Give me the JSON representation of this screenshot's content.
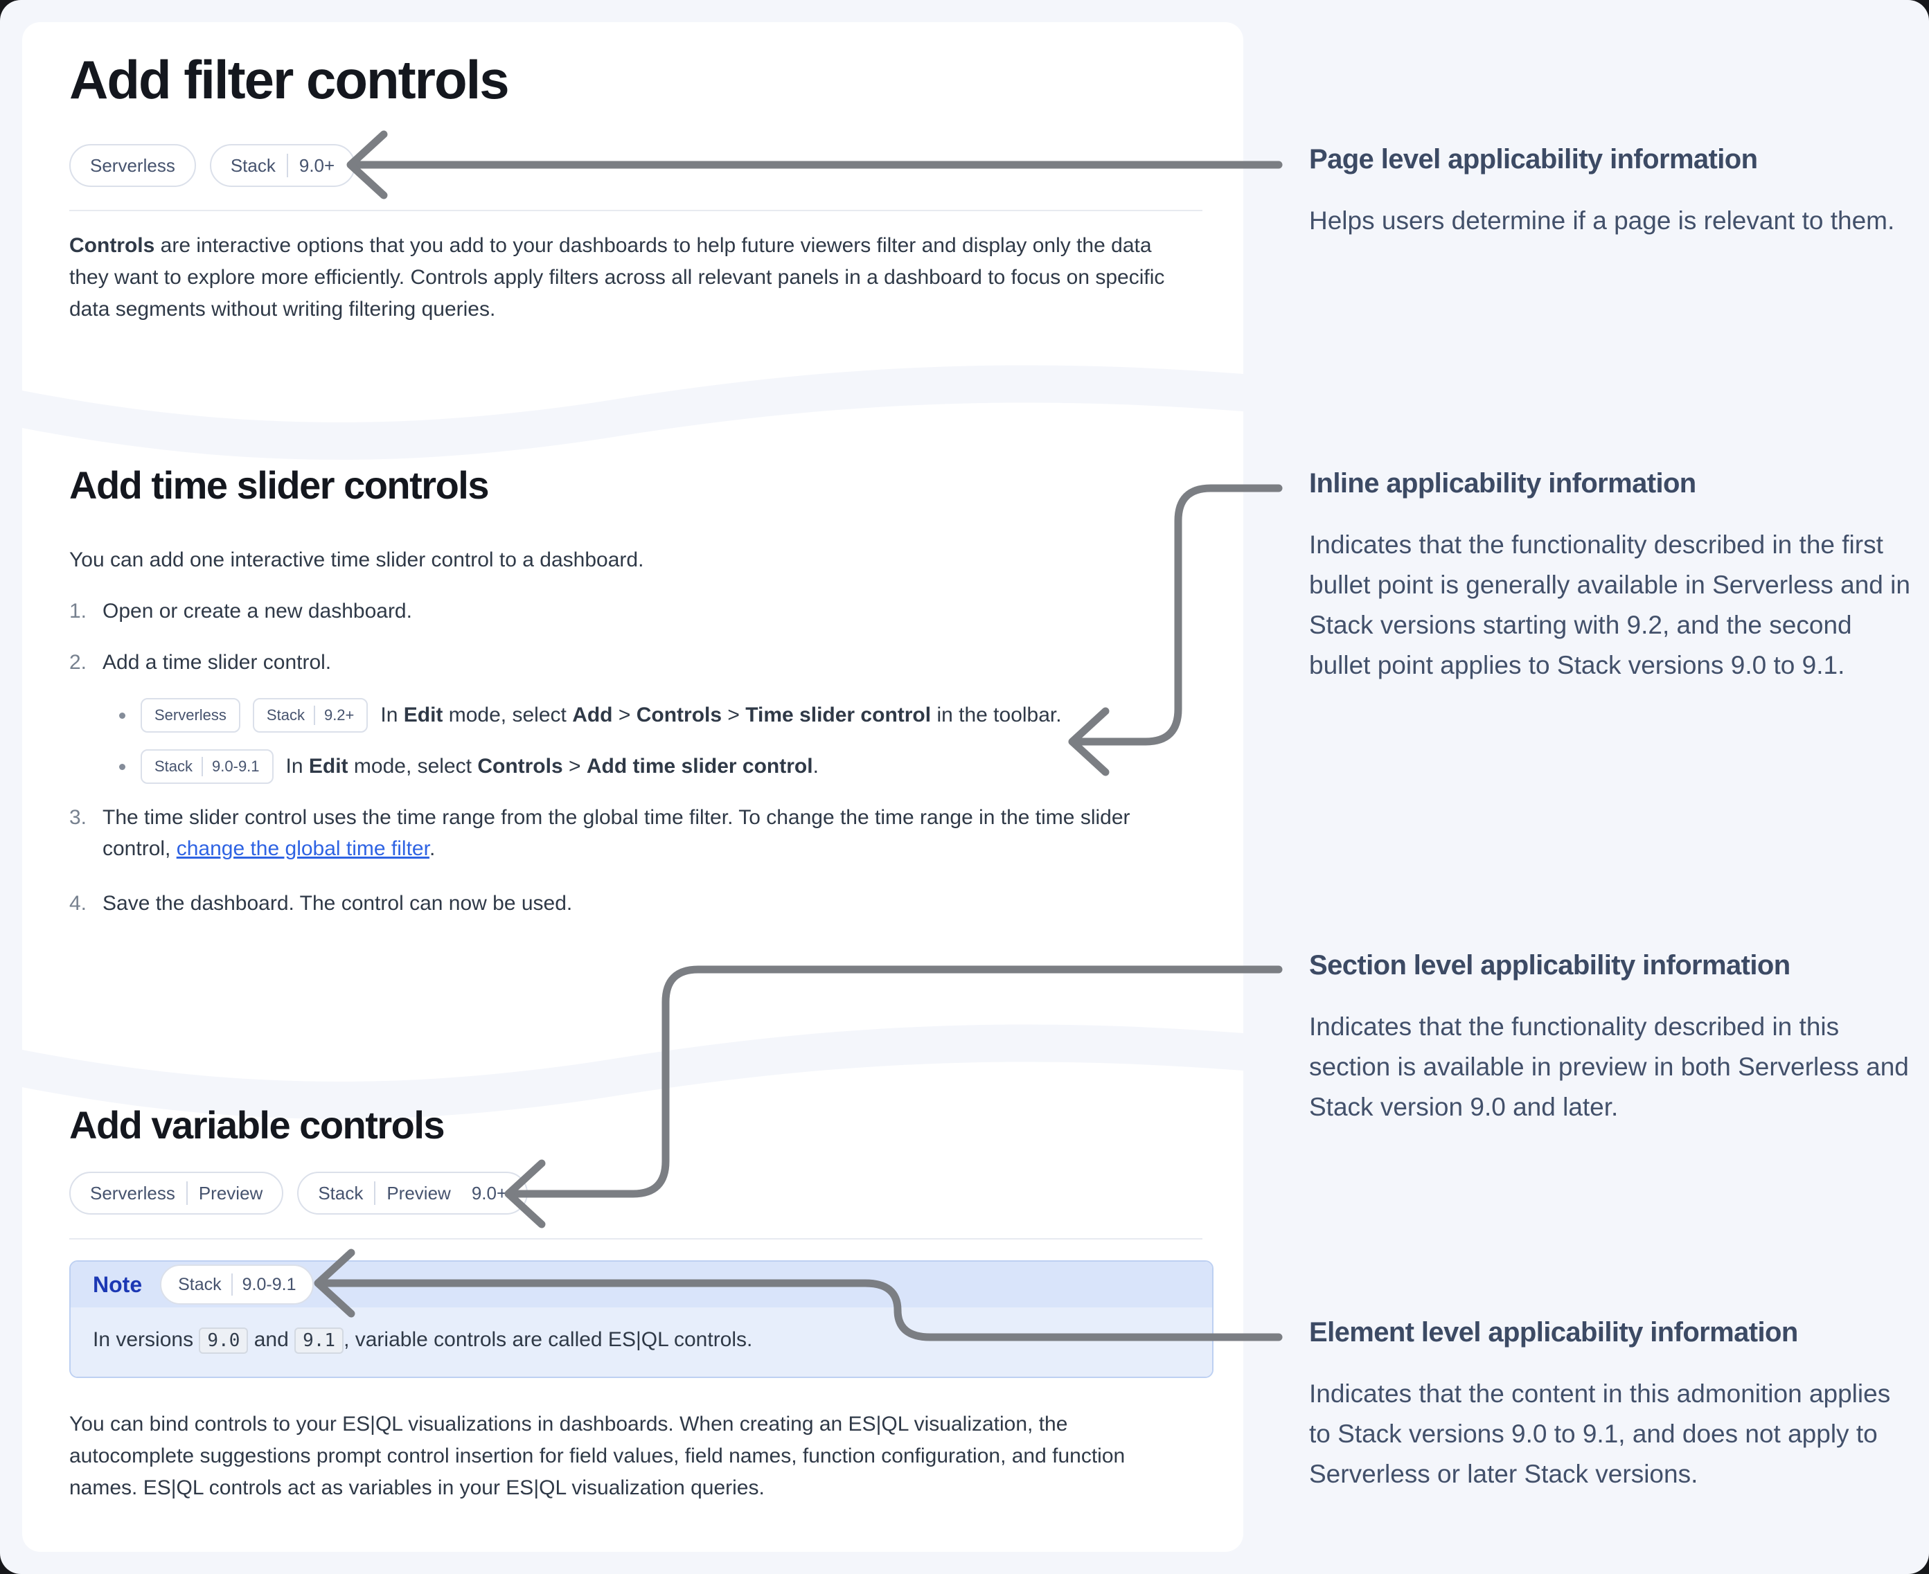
{
  "colors": {
    "page_bg": "#f4f6fb",
    "card_bg": "#ffffff",
    "arrow": "#7b7e83",
    "link_blue": "#2e63e3",
    "note_title_blue": "#1c38b4",
    "note_header_bg": "#d9e4fa",
    "note_body_bg": "#e7eefb",
    "badge_border": "#dbe0ea",
    "annotation_text": "#3c4a64"
  },
  "filter_section": {
    "title": "Add filter controls",
    "badges": [
      {
        "segments": [
          "Serverless"
        ]
      },
      {
        "segments": [
          "Stack",
          "9.0+"
        ]
      }
    ],
    "paragraph": {
      "bold": "Controls",
      "rest": " are interactive options that you add to your dashboards to help future viewers filter and display only the data they want to explore more efficiently. Controls apply filters across all relevant panels in a dashboard to focus on specific data segments without writing filtering queries."
    }
  },
  "time_section": {
    "title": "Add time slider controls",
    "intro": "You can add one interactive time slider control to a dashboard.",
    "steps": {
      "s1": {
        "num": "1.",
        "text": "Open or create a new dashboard."
      },
      "s2": {
        "num": "2.",
        "text": "Add a time slider control."
      },
      "s3": {
        "num": "3.",
        "pre": "The time slider control uses the time range from the global time filter. To change the time range in the time slider control, ",
        "link": "change the global time filter",
        "post": "."
      },
      "s4": {
        "num": "4.",
        "text": "Save the dashboard. The control can now be used."
      }
    },
    "bullets": {
      "b1": {
        "badge1": {
          "segments": [
            "Serverless"
          ]
        },
        "badge2": {
          "segments": [
            "Stack",
            "9.2+"
          ]
        },
        "parts": {
          "p0": "In ",
          "b0": "Edit",
          "p1": " mode, select ",
          "b1": "Add",
          "p2": " > ",
          "b2": "Controls",
          "p3": " > ",
          "b3": "Time slider control",
          "p4": " in the toolbar."
        }
      },
      "b2": {
        "badge1": {
          "segments": [
            "Stack",
            "9.0-9.1"
          ]
        },
        "parts": {
          "p0": "In ",
          "b0": "Edit",
          "p1": " mode, select ",
          "b1": "Controls",
          "p2": " > ",
          "b2": "Add time slider control",
          "p3": "."
        }
      }
    }
  },
  "variable_section": {
    "title": "Add variable controls",
    "badges": [
      {
        "segments": [
          "Serverless",
          "Preview"
        ]
      },
      {
        "segments": [
          "Stack",
          "Preview",
          "9.0+"
        ]
      }
    ],
    "note": {
      "label": "Note",
      "badge": {
        "segments": [
          "Stack",
          "9.0-9.1"
        ]
      },
      "body": {
        "p0": "In versions ",
        "c0": "9.0",
        "p1": " and ",
        "c1": "9.1",
        "p2": ", variable controls are called ES|QL controls."
      }
    },
    "paragraph": "You can bind controls to your ES|QL visualizations in dashboards. When creating an ES|QL visualization, the autocomplete suggestions prompt control insertion for field values, field names, function configuration, and function names. ES|QL controls act as variables in your ES|QL visualization queries."
  },
  "annotations": {
    "page": {
      "title": "Page level applicability information",
      "body": "Helps users determine if a page is relevant to them."
    },
    "inline": {
      "title": "Inline applicability information",
      "body": "Indicates that the functionality described in the first bullet point is generally available in Serverless and in Stack versions starting with 9.2, and the second bullet point applies to Stack versions 9.0 to 9.1."
    },
    "section": {
      "title": "Section level applicability information",
      "body": "Indicates that the functionality described in this section is available in preview in both Serverless and Stack version 9.0 and later."
    },
    "element": {
      "title": "Element level applicability information",
      "body": "Indicates that the content in this admonition applies to Stack versions 9.0 to 9.1, and does not apply to Serverless or later Stack versions."
    }
  }
}
